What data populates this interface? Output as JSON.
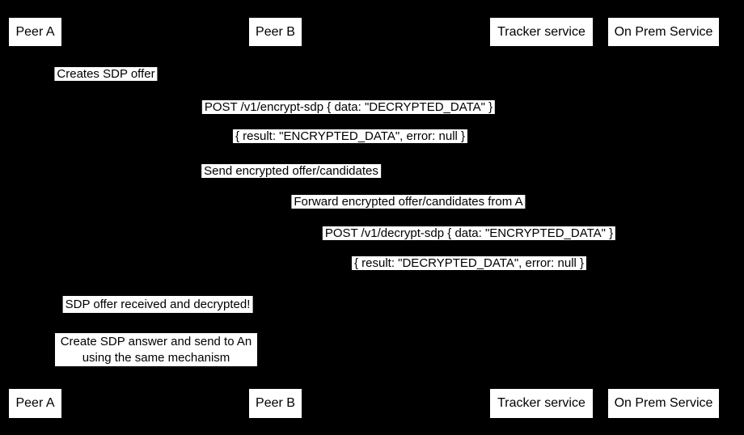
{
  "diagram": {
    "type": "sequence",
    "theme": {
      "background": "#000000",
      "box_fill": "#ffffff",
      "box_text": "#000000"
    },
    "participants": [
      "Peer A",
      "Peer B",
      "Tracker service",
      "On Prem Service"
    ],
    "messages": [
      {
        "label": "Creates SDP offer"
      },
      {
        "label": "POST /v1/encrypt-sdp { data: \"DECRYPTED_DATA\" }"
      },
      {
        "label": "{ result: \"ENCRYPTED_DATA\", error: null }"
      },
      {
        "label": "Send encrypted offer/candidates"
      },
      {
        "label": "Forward encrypted offer/candidates from A"
      },
      {
        "label": "POST /v1/decrypt-sdp { data: \"ENCRYPTED_DATA\" }"
      },
      {
        "label": "{ result: \"DECRYPTED_DATA\", error: null }"
      },
      {
        "label": "SDP offer received and decrypted!"
      }
    ],
    "note": {
      "line1": "Create SDP answer and send to An",
      "line2": "using the same mechanism"
    }
  }
}
